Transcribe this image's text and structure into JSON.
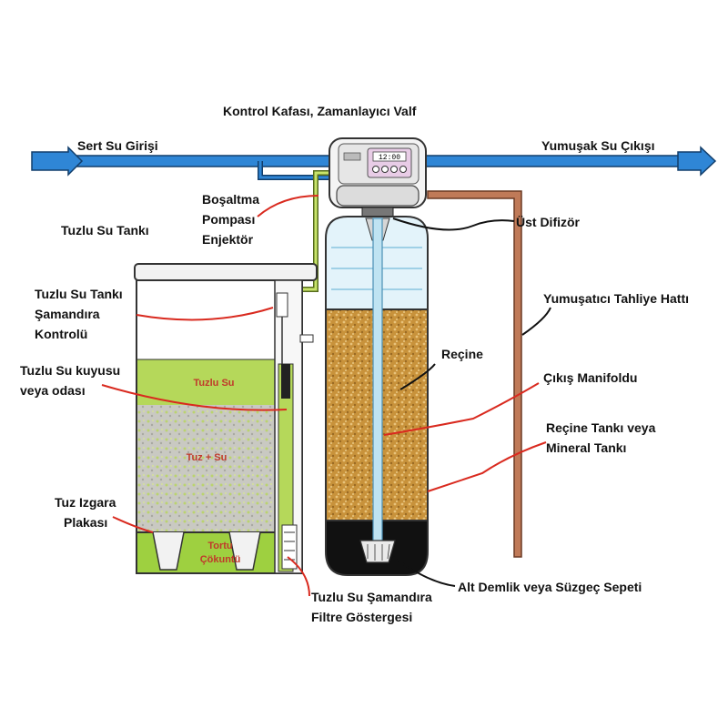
{
  "colors": {
    "pipe_blue": "#2f86d6",
    "resin": "#c8923b",
    "brine_green": "#b5d85a",
    "leader_red": "#d92a1f",
    "drain_brown": "#b06a4a",
    "gravel": "#111111"
  },
  "labels": {
    "control_head": "Kontrol Kafası, Zamanlayıcı  Valf",
    "hard_water_inlet": "Sert Su Girişi",
    "soft_water_outlet": "Yumuşak Su Çıkışı",
    "drain_pump_1": "Boşaltma",
    "drain_pump_2": "Pompası",
    "drain_pump_3": "Enjektör",
    "brine_tank": "Tuzlu Su Tankı",
    "upper_distributor": "Üst Difizör",
    "float_control_1": "Tuzlu Su Tankı",
    "float_control_2": "Şamandıra",
    "float_control_3": "Kontrolü",
    "drain_line": "Yumuşatıcı Tahliye Hattı",
    "resin": "Reçine",
    "brine_well_1": "Tuzlu Su kuyusu",
    "brine_well_2": "veya odası",
    "outlet_manifold": "Çıkış Manifoldu",
    "resin_tank_1": "Reçine Tankı veya",
    "resin_tank_2": "Mineral Tankı",
    "salt_grid_1": "Tuz Izgara",
    "salt_grid_2": "Plakası",
    "bottom_basket": "Alt Demlik veya Süzgeç Sepeti",
    "float_filter_1": "Tuzlu Su Şamandıra",
    "float_filter_2": "Filtre Göstergesi"
  },
  "inner_labels": {
    "brine_water": "Tuzlu Su",
    "salt_water": "Tuz + Su",
    "sediment_1": "Tortu",
    "sediment_2": "Çökuntü"
  },
  "display": {
    "time": "12:00"
  }
}
